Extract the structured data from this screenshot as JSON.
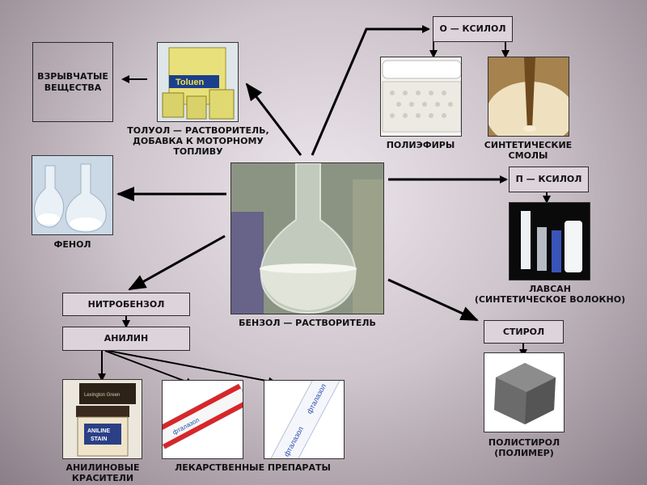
{
  "center": {
    "caption": "БЕНЗОЛ — РАСТВОРИТЕЛЬ"
  },
  "explosives": {
    "label": "ВЗРЫВЧАТЫЕ\nВЕЩЕСТВА"
  },
  "toluene": {
    "caption": "ТОЛУОЛ — РАСТВОРИТЕЛЬ,\nДОБАВКА К МОТОРНОМУ\nТОПЛИВУ",
    "can_label": "Toluen"
  },
  "o_xylene": {
    "label": "О — КСИЛОЛ"
  },
  "polyesters": {
    "caption": "ПОЛИЭФИРЫ"
  },
  "resins": {
    "caption": "СИНТЕТИЧЕСКИЕ\nСМОЛЫ"
  },
  "phenol": {
    "caption": "ФЕНОЛ"
  },
  "p_xylene": {
    "label": "П — КСИЛОЛ"
  },
  "lavsan": {
    "caption": "ЛАВСАН\n(СИНТЕТИЧЕСКОЕ ВОЛОКНО)"
  },
  "nitrobenzene": {
    "label": "НИТРОБЕНЗОЛ"
  },
  "aniline": {
    "label": "АНИЛИН"
  },
  "dyes": {
    "caption": "АНИЛИНОВЫЕ\nКРАСИТЕЛИ",
    "jar_label": "ANILINE\nSTAIN",
    "jar_top": "Lexington Green"
  },
  "drugs": {
    "caption": "ЛЕКАРСТВЕННЫЕ ПРЕПАРАТЫ",
    "pill_text": "фталазол"
  },
  "styrene": {
    "label": "СТИРОЛ"
  },
  "polystyrene": {
    "caption": "ПОЛИСТИРОЛ\n(ПОЛИМЕР)"
  }
}
